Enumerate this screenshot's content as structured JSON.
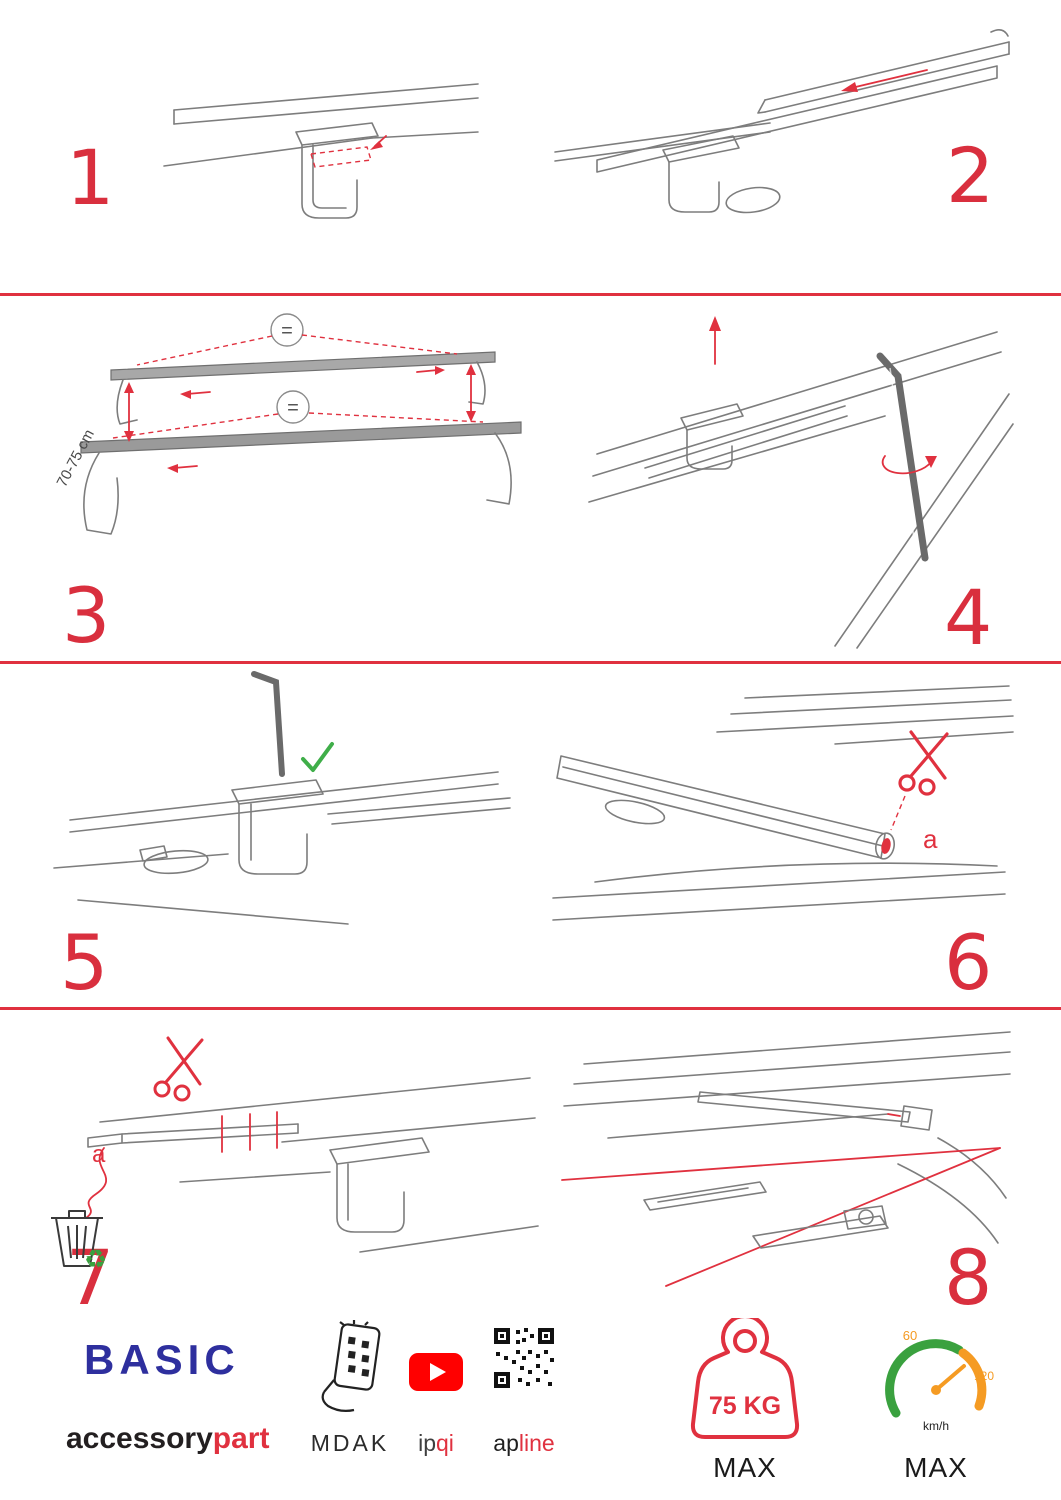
{
  "page": {
    "accent_red": "#e0313f",
    "brand_blue": "#2e2f9e"
  },
  "steps": [
    {
      "number": "1"
    },
    {
      "number": "2"
    },
    {
      "number": "3",
      "measure": "70-75 cm",
      "equal_top": "=",
      "equal_bottom": "="
    },
    {
      "number": "4"
    },
    {
      "number": "5"
    },
    {
      "number": "6",
      "label_a": "a"
    },
    {
      "number": "7",
      "label_a": "a"
    },
    {
      "number": "8"
    }
  ],
  "glyphs": {
    "recycle": "♻"
  },
  "footer": {
    "brand_title": "BASIC",
    "brand_sub_black": "accessory",
    "brand_sub_red": "part",
    "logo_mdak": "MDAK",
    "logo_ipqi_black": "ip",
    "logo_ipqi_red": "qi",
    "logo_apline_black": "ap",
    "logo_apline_red": "line",
    "weight_value": "75 KG",
    "weight_max": "MAX",
    "speed_low": "60",
    "speed_high": "120",
    "speed_unit": "km/h",
    "speed_max": "MAX"
  }
}
